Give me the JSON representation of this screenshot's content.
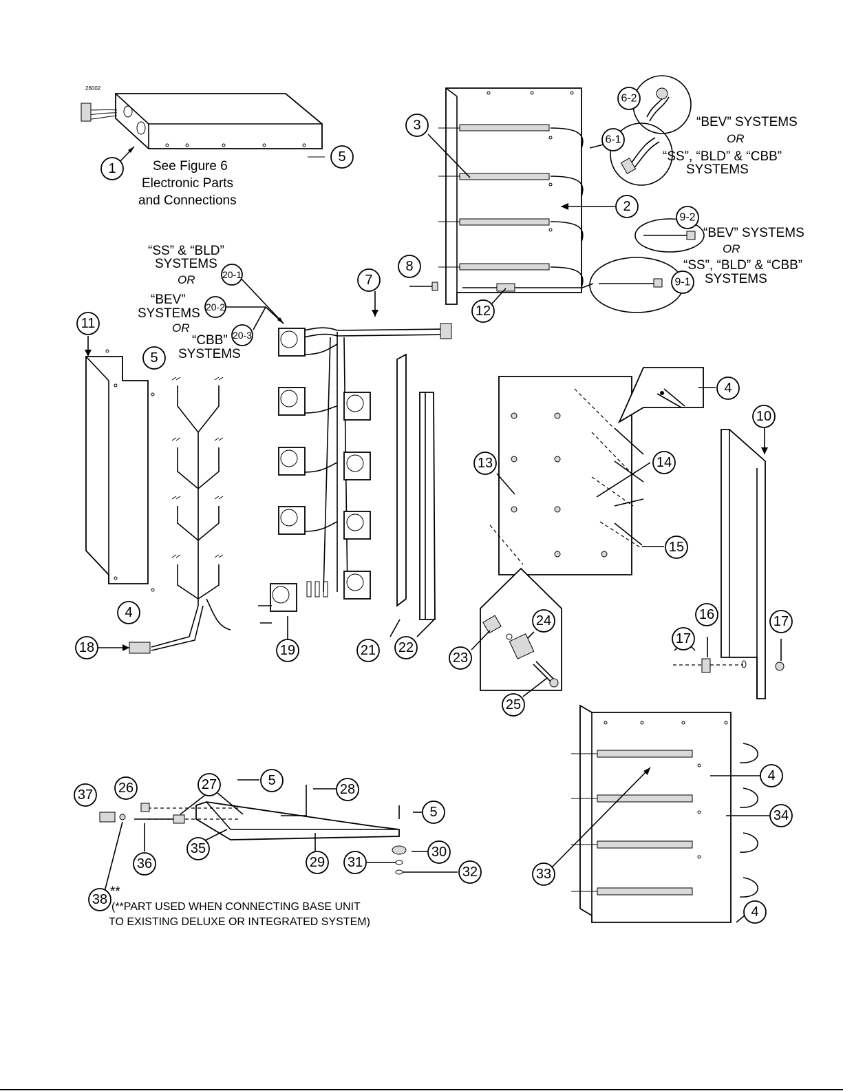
{
  "drawing_id": "26002",
  "texts": {
    "see_fig_1": "See Figure 6",
    "see_fig_2": "Electronic Parts",
    "see_fig_3": "and Connections",
    "bev_sys_a": "“BEV” SYSTEMS",
    "or_a": "OR",
    "ss_bld_cbb_a": "“SS”, “BLD” & “CBB”",
    "systems_a": "SYSTEMS",
    "bev_sys_b": "“BEV” SYSTEMS",
    "or_b": "OR",
    "ss_bld_cbb_b": "“SS”, “BLD” & “CBB”",
    "systems_b": "SYSTEMS",
    "ss_bld": "“SS” & “BLD”",
    "systems_c": "SYSTEMS",
    "or_c": "OR",
    "bev_q": "“BEV”",
    "systems_d": "SYSTEMS",
    "or_d": "OR",
    "cbb_q": "“CBB”",
    "systems_e": "SYSTEMS",
    "note_38": "**",
    "note_line1": "(**PART USED WHEN CONNECTING BASE UNIT",
    "note_line2": "TO EXISTING DELUXE OR INTEGRATED SYSTEM)"
  },
  "callouts": [
    "1",
    "5",
    "3",
    "6-2",
    "6-1",
    "2",
    "9-2",
    "9-1",
    "8",
    "12",
    "7",
    "20-1",
    "20-2",
    "20-3",
    "11",
    "5",
    "4",
    "18",
    "19",
    "21",
    "22",
    "13",
    "14",
    "15",
    "4",
    "10",
    "23",
    "24",
    "25",
    "16",
    "17",
    "17",
    "37",
    "26",
    "27",
    "5",
    "28",
    "5",
    "35",
    "29",
    "30",
    "31",
    "32",
    "36",
    "38",
    "33",
    "34",
    "4",
    "4"
  ]
}
